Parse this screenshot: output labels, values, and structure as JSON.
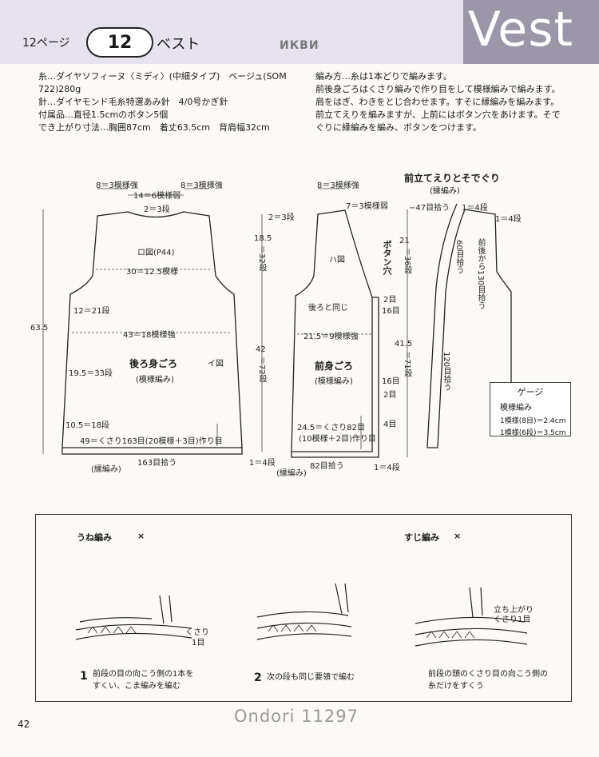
{
  "header": {
    "page_label": "12ページ",
    "number": "12",
    "title_jp": "ベスト",
    "watermark": "ИКВИ",
    "title_en": "Vest"
  },
  "materials": {
    "yarn_line1": "糸…ダイヤソフィーヌ〈ミディ〉(中細タイプ)　ベージュ(SOM",
    "yarn_line2": "722)280g",
    "needle": "針…ダイヤモンド毛糸特選あみ針　4/0号かぎ針",
    "accessory": "付属品…直径1.5cmのボタン5個",
    "size": "でき上がり寸法…胸囲87cm　着丈63.5cm　背肩幅32cm"
  },
  "instructions": {
    "line1": "編み方…糸は1本どりで編みます。",
    "line2": "前後身ごろはくさり編みで作り目をして模様編みで編みます。",
    "line3": "肩をはぎ、わきをとじ合わせます。すそに縁編みを編みます。",
    "line4": "前立てえりを編みますが、上前にはボタン穴をあけます。そで",
    "line5": "ぐりに縁編みを編み、ボタンをつけます。"
  },
  "back": {
    "top_left": "8＝3模様強",
    "top_right": "8＝3模様強",
    "neck_width": "14＝6模様弱",
    "neck_depth": "2＝3段",
    "pattern_ref": "ロ図(P44)",
    "shoulder_width": "30＝12.5模様",
    "armhole": "12＝21段",
    "chest": "43＝18模様強",
    "name": "後ろ身ごろ",
    "stitch": "(模様編み)",
    "ref_i": "イ図",
    "side_upper": "19.5＝33段",
    "side_lower": "10.5＝18段",
    "cast_on": "49＝くさり163目(20模様＋3目)作り目",
    "edge": "(縁編み)",
    "pickup": "163目拾う",
    "total_length": "63.5"
  },
  "front": {
    "top": "8＝3模様強",
    "neck_top": "7＝3模様弱",
    "ref_ha": "ハ図",
    "same_as_back": "後ろと同じ",
    "chest": "21.5＝9模様強",
    "name": "前身ごろ",
    "stitch": "(模様編み)",
    "cast_on1": "24.5＝くさり82目",
    "cast_on2": "(10模様＋2目)作り目",
    "edge": "(縁編み)",
    "pickup": "82目拾う",
    "rows_1": "1＝4段",
    "rows_right": "1＝4段",
    "buttonhole": "ボタン穴",
    "bh_2a": "2目",
    "bh_16a": "16目",
    "bh_16b": "16目",
    "bh_2b": "2目",
    "bh_4": "4目",
    "v_top_rows": "2＝3段",
    "v_upper_num": "18.5",
    "v_upper_rows": "＝32段",
    "v_lower_num": "42",
    "v_lower_rows": "＝72段",
    "r_upper_num": "21",
    "r_upper_rows": "＝36段",
    "r_lower_num": "41.5",
    "r_lower_rows": "＝71段"
  },
  "band": {
    "title": "前立てえりとそでぐり",
    "sub": "(縁編み)",
    "pick47": "−47目拾う",
    "rows_a": "1＝4段",
    "rows_b": "1＝4段",
    "pick60": "60目拾う",
    "pick130": "前後から130目拾う",
    "pick120": "120目拾う"
  },
  "gauge": {
    "title": "ゲージ",
    "name": "模様編み",
    "l1": "1模様(8目)＝2.4cm",
    "l2": "1模様(6段)＝3.5cm"
  },
  "stitches": {
    "une_title": "うね編み",
    "une_symbol": "×",
    "suji_title": "すじ編み",
    "suji_symbol": "×",
    "chain1": "くさり",
    "chain1b": "1目",
    "chain2": "立ち上がり",
    "chain2b": "くさり1目",
    "step1_num": "1",
    "step1_l1": "前段の目の向こう側の1本を",
    "step1_l2": "すくい、こま編みを編む",
    "step2_num": "2",
    "step2_l1": "次の段も同じ要領で編む",
    "step3_l1": "前段の頭のくさり目の向こう側の",
    "step3_l2": "糸だけをすくう"
  },
  "footer": {
    "code": "Ondori 11297",
    "page": "42"
  }
}
